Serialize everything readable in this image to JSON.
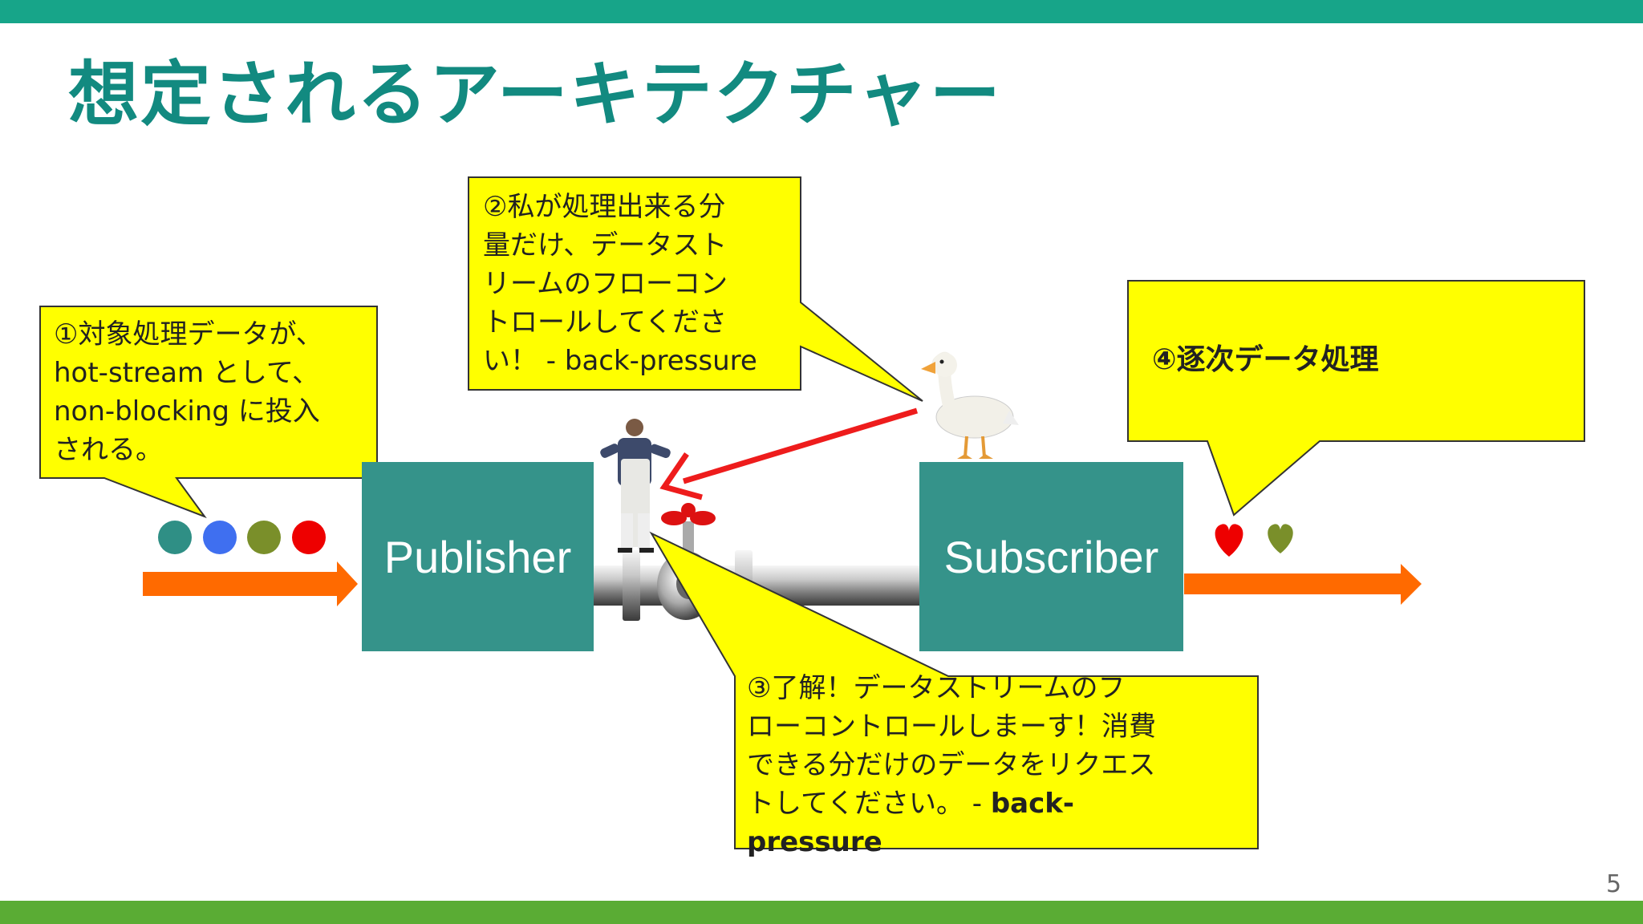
{
  "title": "想定されるアーキテクチャー",
  "page_number": "5",
  "boxes": {
    "publisher": "Publisher",
    "subscriber": "Subscriber"
  },
  "callouts": {
    "c1": "①対象処理データが、\nhot-stream として、\nnon-blocking に投入\nされる。",
    "c2": "②私が処理出来る分\n量だけ、データスト\nリームのフローコン\nトロールしてくださ\nい！ - back-pressure",
    "c3_main": "③了解！データストリームのフ\nローコントロールしまーす！消費\nできる分だけのデータをリクエス\nトしてください。 - ",
    "c3_bold": "back-\npressure",
    "c4": "④逐次データ処理"
  },
  "colors": {
    "top_bar": "#17a589",
    "bottom_bar": "#5aac34",
    "title": "#128a80",
    "box": "#35938a",
    "callout": "#ffff00",
    "arrow_orange": "#ff6a00",
    "arrow_red": "#ee1c1c",
    "ball_teal": "#2f8f85",
    "ball_blue": "#3f6ff0",
    "ball_olive": "#7a8f2a",
    "ball_red": "#ee0000",
    "heart_red": "#ee0000",
    "heart_olive": "#7a8f2a"
  },
  "icons": {
    "worker": "worker-figure-icon",
    "duck": "duck-icon",
    "valve": "valve-wheel-icon",
    "pipe": "pipe-icon"
  }
}
